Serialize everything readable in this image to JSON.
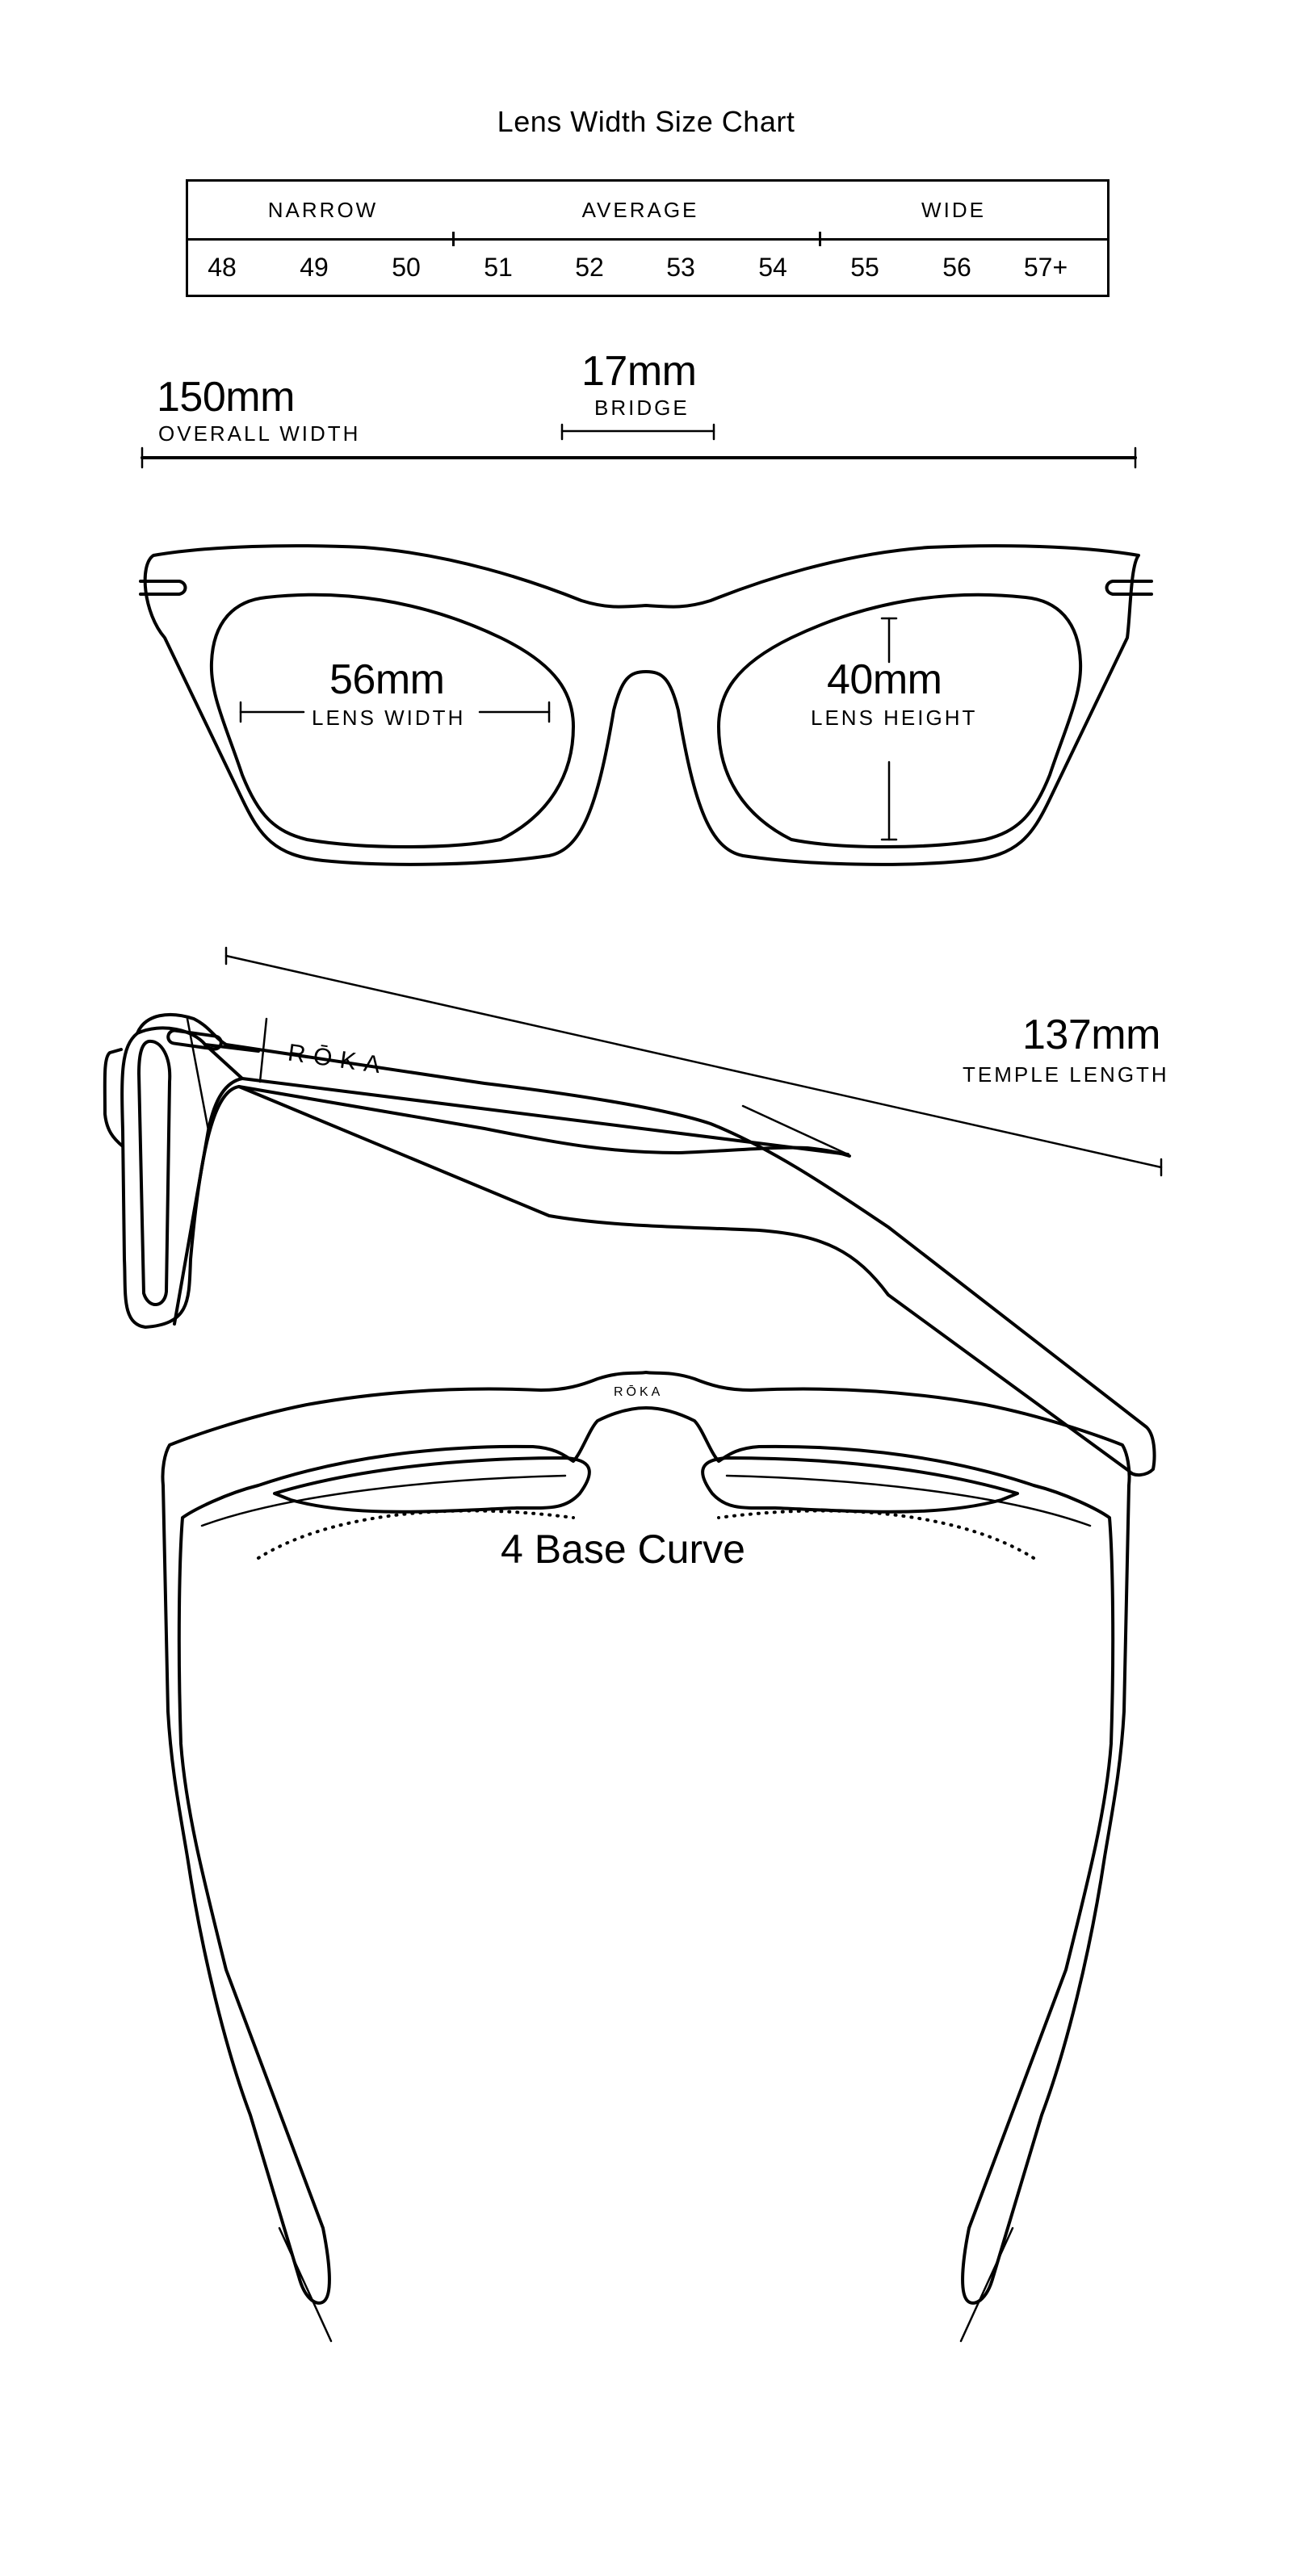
{
  "chart_data": {
    "type": "table",
    "title": "Lens Width Size Chart",
    "categories": [
      {
        "label": "NARROW",
        "sizes": [
          "48",
          "49",
          "50"
        ]
      },
      {
        "label": "AVERAGE",
        "sizes": [
          "51",
          "52",
          "53",
          "54"
        ]
      },
      {
        "label": "WIDE",
        "sizes": [
          "55",
          "56",
          "57+"
        ]
      }
    ],
    "sizes": [
      "48",
      "49",
      "50",
      "51",
      "52",
      "53",
      "54",
      "55",
      "56",
      "57+"
    ]
  },
  "size_chart": {
    "title": "Lens Width Size Chart",
    "groups": [
      "NARROW",
      "AVERAGE",
      "WIDE"
    ],
    "sizes": [
      "48",
      "49",
      "50",
      "51",
      "52",
      "53",
      "54",
      "55",
      "56",
      "57+"
    ]
  },
  "front_view": {
    "overall_width": {
      "value": "150mm",
      "label": "OVERALL WIDTH"
    },
    "bridge": {
      "value": "17mm",
      "label": "BRIDGE"
    },
    "lens_width": {
      "value": "56mm",
      "label": "LENS WIDTH"
    },
    "lens_height": {
      "value": "40mm",
      "label": "LENS HEIGHT"
    }
  },
  "side_view": {
    "brand": "RŌKA",
    "temple_length": {
      "value": "137mm",
      "label": "TEMPLE LENGTH"
    }
  },
  "top_view": {
    "brand": "RŌKA",
    "base_curve": "4 Base Curve"
  },
  "colors": {
    "line": "#000000",
    "background": "#ffffff"
  }
}
